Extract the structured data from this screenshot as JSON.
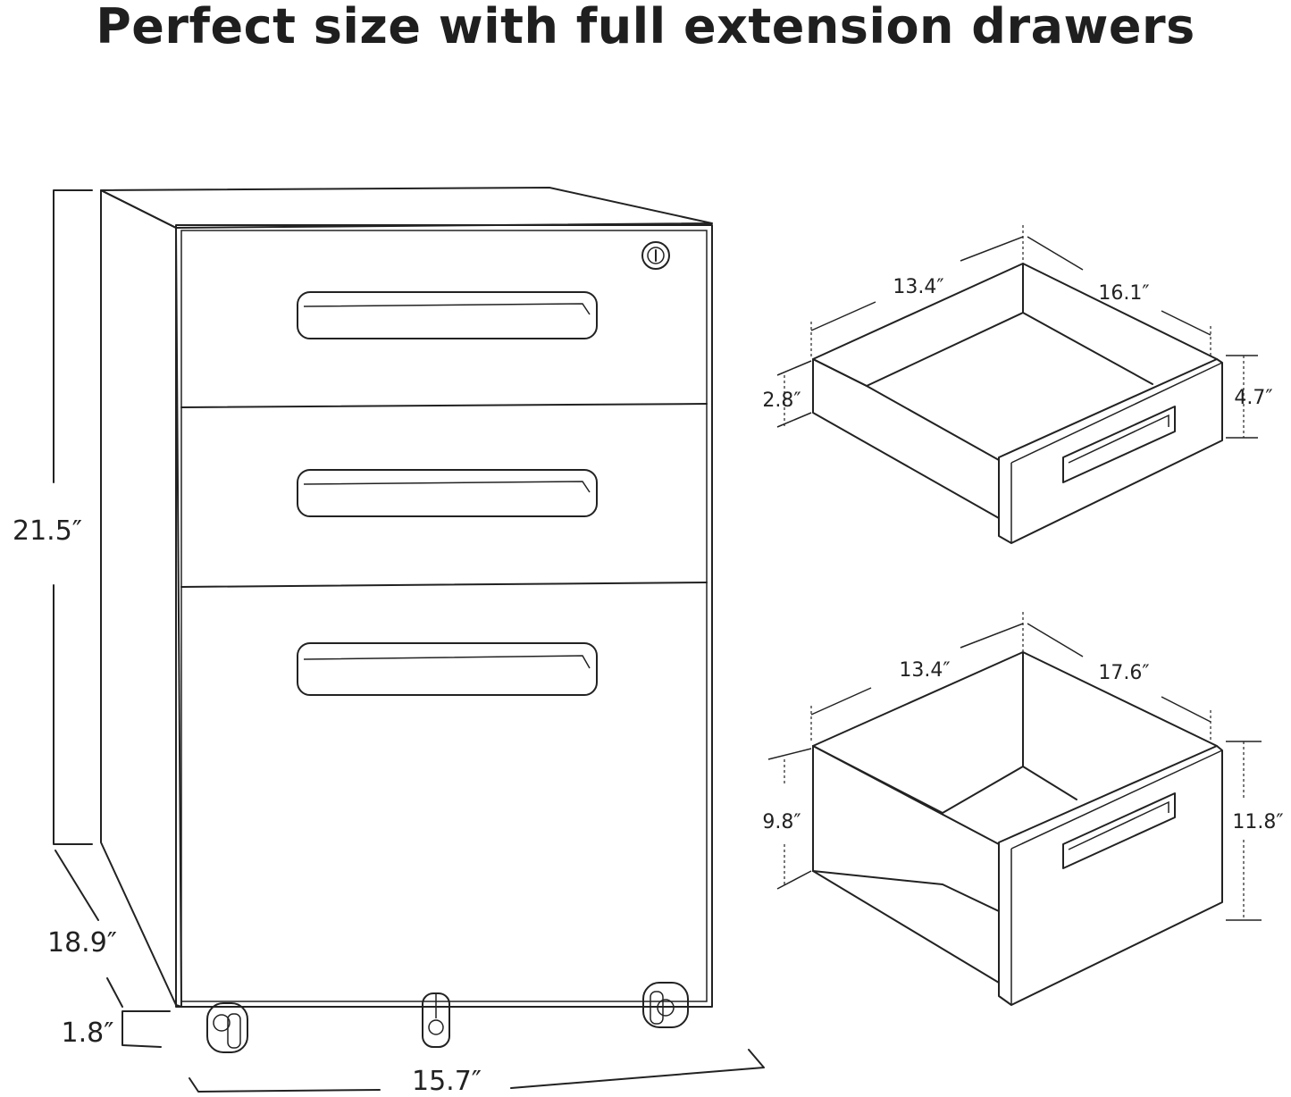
{
  "title": "Perfect size with full extension drawers",
  "cabinet": {
    "height": "21.5″",
    "depth": "18.9″",
    "caster": "1.8″",
    "width": "15.7″"
  },
  "small_drawer": {
    "width": "13.4″",
    "depth": "16.1″",
    "inner_height": "2.8″",
    "outer_height": "4.7″"
  },
  "file_drawer": {
    "width": "13.4″",
    "depth": "17.6″",
    "inner_height": "9.8″",
    "outer_height": "11.8″"
  },
  "colors": {
    "line": "#222222",
    "background": "#ffffff"
  }
}
